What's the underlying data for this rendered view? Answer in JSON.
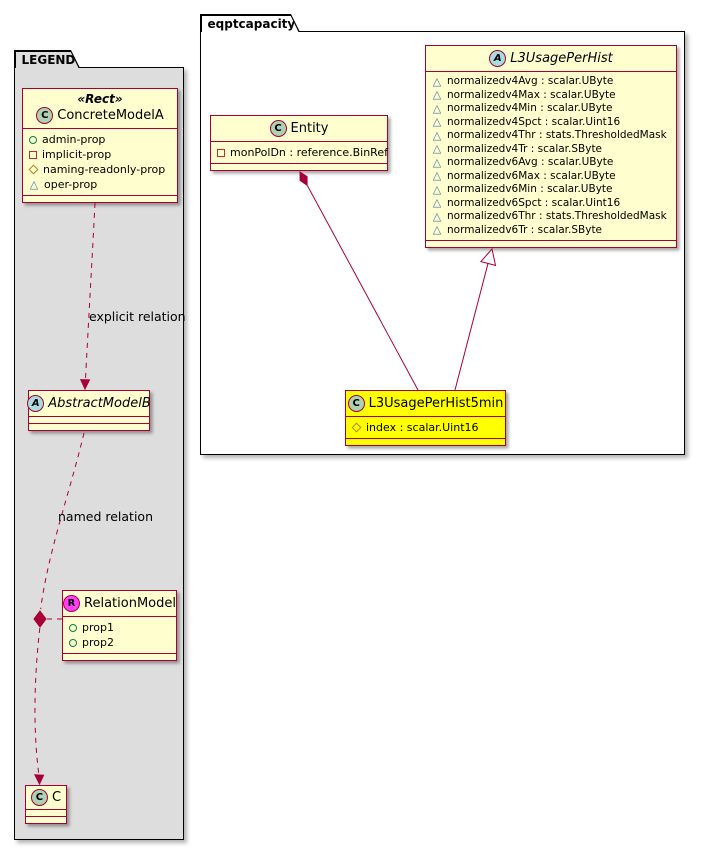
{
  "diagram": {
    "packages": [
      {
        "name": "LEGEND"
      },
      {
        "name": "eqptcapacity"
      }
    ],
    "classes": {
      "concreteModelA": {
        "stereotype": "«Rect»",
        "spot": "C",
        "name": "ConcreteModelA",
        "attributes": [
          {
            "icon": "circle",
            "text": "admin-prop"
          },
          {
            "icon": "square",
            "text": "implicit-prop"
          },
          {
            "icon": "diamond",
            "text": "naming-readonly-prop"
          },
          {
            "icon": "triangle",
            "text": "oper-prop"
          }
        ]
      },
      "abstractModelB": {
        "spot": "A",
        "name": "AbstractModelB",
        "attributes": []
      },
      "relationModel": {
        "spot": "R",
        "name": "RelationModel",
        "attributes": [
          {
            "icon": "circle",
            "text": "prop1"
          },
          {
            "icon": "circle",
            "text": "prop2"
          }
        ]
      },
      "c": {
        "spot": "C",
        "name": "C",
        "attributes": []
      },
      "entity": {
        "spot": "C",
        "name": "Entity",
        "attributes": [
          {
            "icon": "square",
            "text": "monPolDn : reference.BinRef"
          }
        ]
      },
      "l3UsagePerHist": {
        "spot": "A",
        "name": "L3UsagePerHist",
        "attributes": [
          {
            "icon": "triangle",
            "text": "normalizedv4Avg : scalar.UByte"
          },
          {
            "icon": "triangle",
            "text": "normalizedv4Max : scalar.UByte"
          },
          {
            "icon": "triangle",
            "text": "normalizedv4Min : scalar.UByte"
          },
          {
            "icon": "triangle",
            "text": "normalizedv4Spct : scalar.Uint16"
          },
          {
            "icon": "triangle",
            "text": "normalizedv4Thr : stats.ThresholdedMask"
          },
          {
            "icon": "triangle",
            "text": "normalizedv4Tr : scalar.SByte"
          },
          {
            "icon": "triangle",
            "text": "normalizedv6Avg : scalar.UByte"
          },
          {
            "icon": "triangle",
            "text": "normalizedv6Max : scalar.UByte"
          },
          {
            "icon": "triangle",
            "text": "normalizedv6Min : scalar.UByte"
          },
          {
            "icon": "triangle",
            "text": "normalizedv6Spct : scalar.Uint16"
          },
          {
            "icon": "triangle",
            "text": "normalizedv6Thr : stats.ThresholdedMask"
          },
          {
            "icon": "triangle",
            "text": "normalizedv6Tr : scalar.SByte"
          }
        ]
      },
      "l3UsagePerHist5min": {
        "spot": "C",
        "name": "L3UsagePerHist5min",
        "attributes": [
          {
            "icon": "diamond",
            "text": "index : scalar.Uint16"
          }
        ]
      }
    },
    "relations": [
      {
        "from": "ConcreteModelA",
        "to": "AbstractModelB",
        "label": "explicit relation",
        "kind": "dashed-arrow"
      },
      {
        "from": "AbstractModelB",
        "to": "RelationModel",
        "label": "named relation",
        "kind": "dashed-diamond-junction"
      },
      {
        "from": "AbstractModelB",
        "to": "C",
        "label": "",
        "kind": "dashed-arrow"
      },
      {
        "from": "L3UsagePerHist5min",
        "to": "Entity",
        "label": "",
        "kind": "composition"
      },
      {
        "from": "L3UsagePerHist5min",
        "to": "L3UsagePerHist",
        "label": "",
        "kind": "generalization"
      }
    ],
    "colors": {
      "class_bg": "#FEFECE",
      "class_border": "#A80036",
      "highlight_bg": "#FFFF00",
      "legend_bg": "#DDDDDD",
      "package_border": "#000000",
      "edge": "#A80036",
      "spot_class_bg": "#ADD1B2",
      "spot_abstract_bg": "#A9DCDF",
      "spot_relation_bg": "#FF40FF",
      "icon_public": "#038048",
      "icon_private": "#C82930",
      "icon_protected": "#B8861B",
      "icon_package": "#4177AF"
    }
  }
}
